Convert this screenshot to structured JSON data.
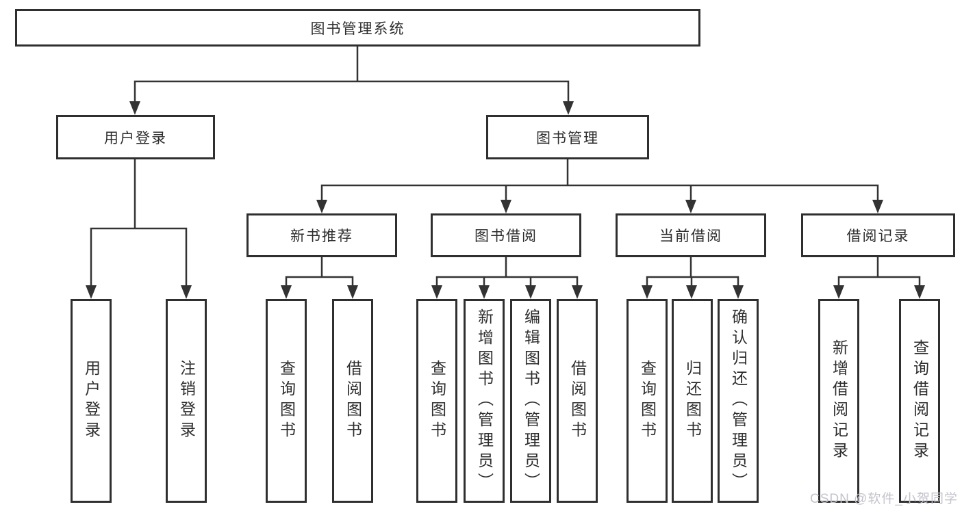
{
  "tree": {
    "root": "图书管理系统",
    "children": [
      {
        "label": "用户登录",
        "children": [
          {
            "label": "用户登录"
          },
          {
            "label": "注销登录"
          }
        ]
      },
      {
        "label": "图书管理",
        "children": [
          {
            "label": "新书推荐",
            "children": [
              {
                "label": "查询图书"
              },
              {
                "label": "借阅图书"
              }
            ]
          },
          {
            "label": "图书借阅",
            "children": [
              {
                "label": "查询图书"
              },
              {
                "label": "新增图书（管理员）"
              },
              {
                "label": "编辑图书（管理员）"
              },
              {
                "label": "借阅图书"
              }
            ]
          },
          {
            "label": "当前借阅",
            "children": [
              {
                "label": "查询图书"
              },
              {
                "label": "归还图书"
              },
              {
                "label": "确认归还（管理员）"
              }
            ]
          },
          {
            "label": "借阅记录",
            "children": [
              {
                "label": "新增借阅记录"
              },
              {
                "label": "查询借阅记录"
              }
            ]
          }
        ]
      }
    ]
  },
  "watermark": {
    "text": "CSDN @软件_小贺同学"
  },
  "colors": {
    "line": "#333333",
    "box_border": "#2f2f2f",
    "box_fill": "#ffffff",
    "text": "#2d2d2d",
    "watermark": "#c3c3cc"
  }
}
